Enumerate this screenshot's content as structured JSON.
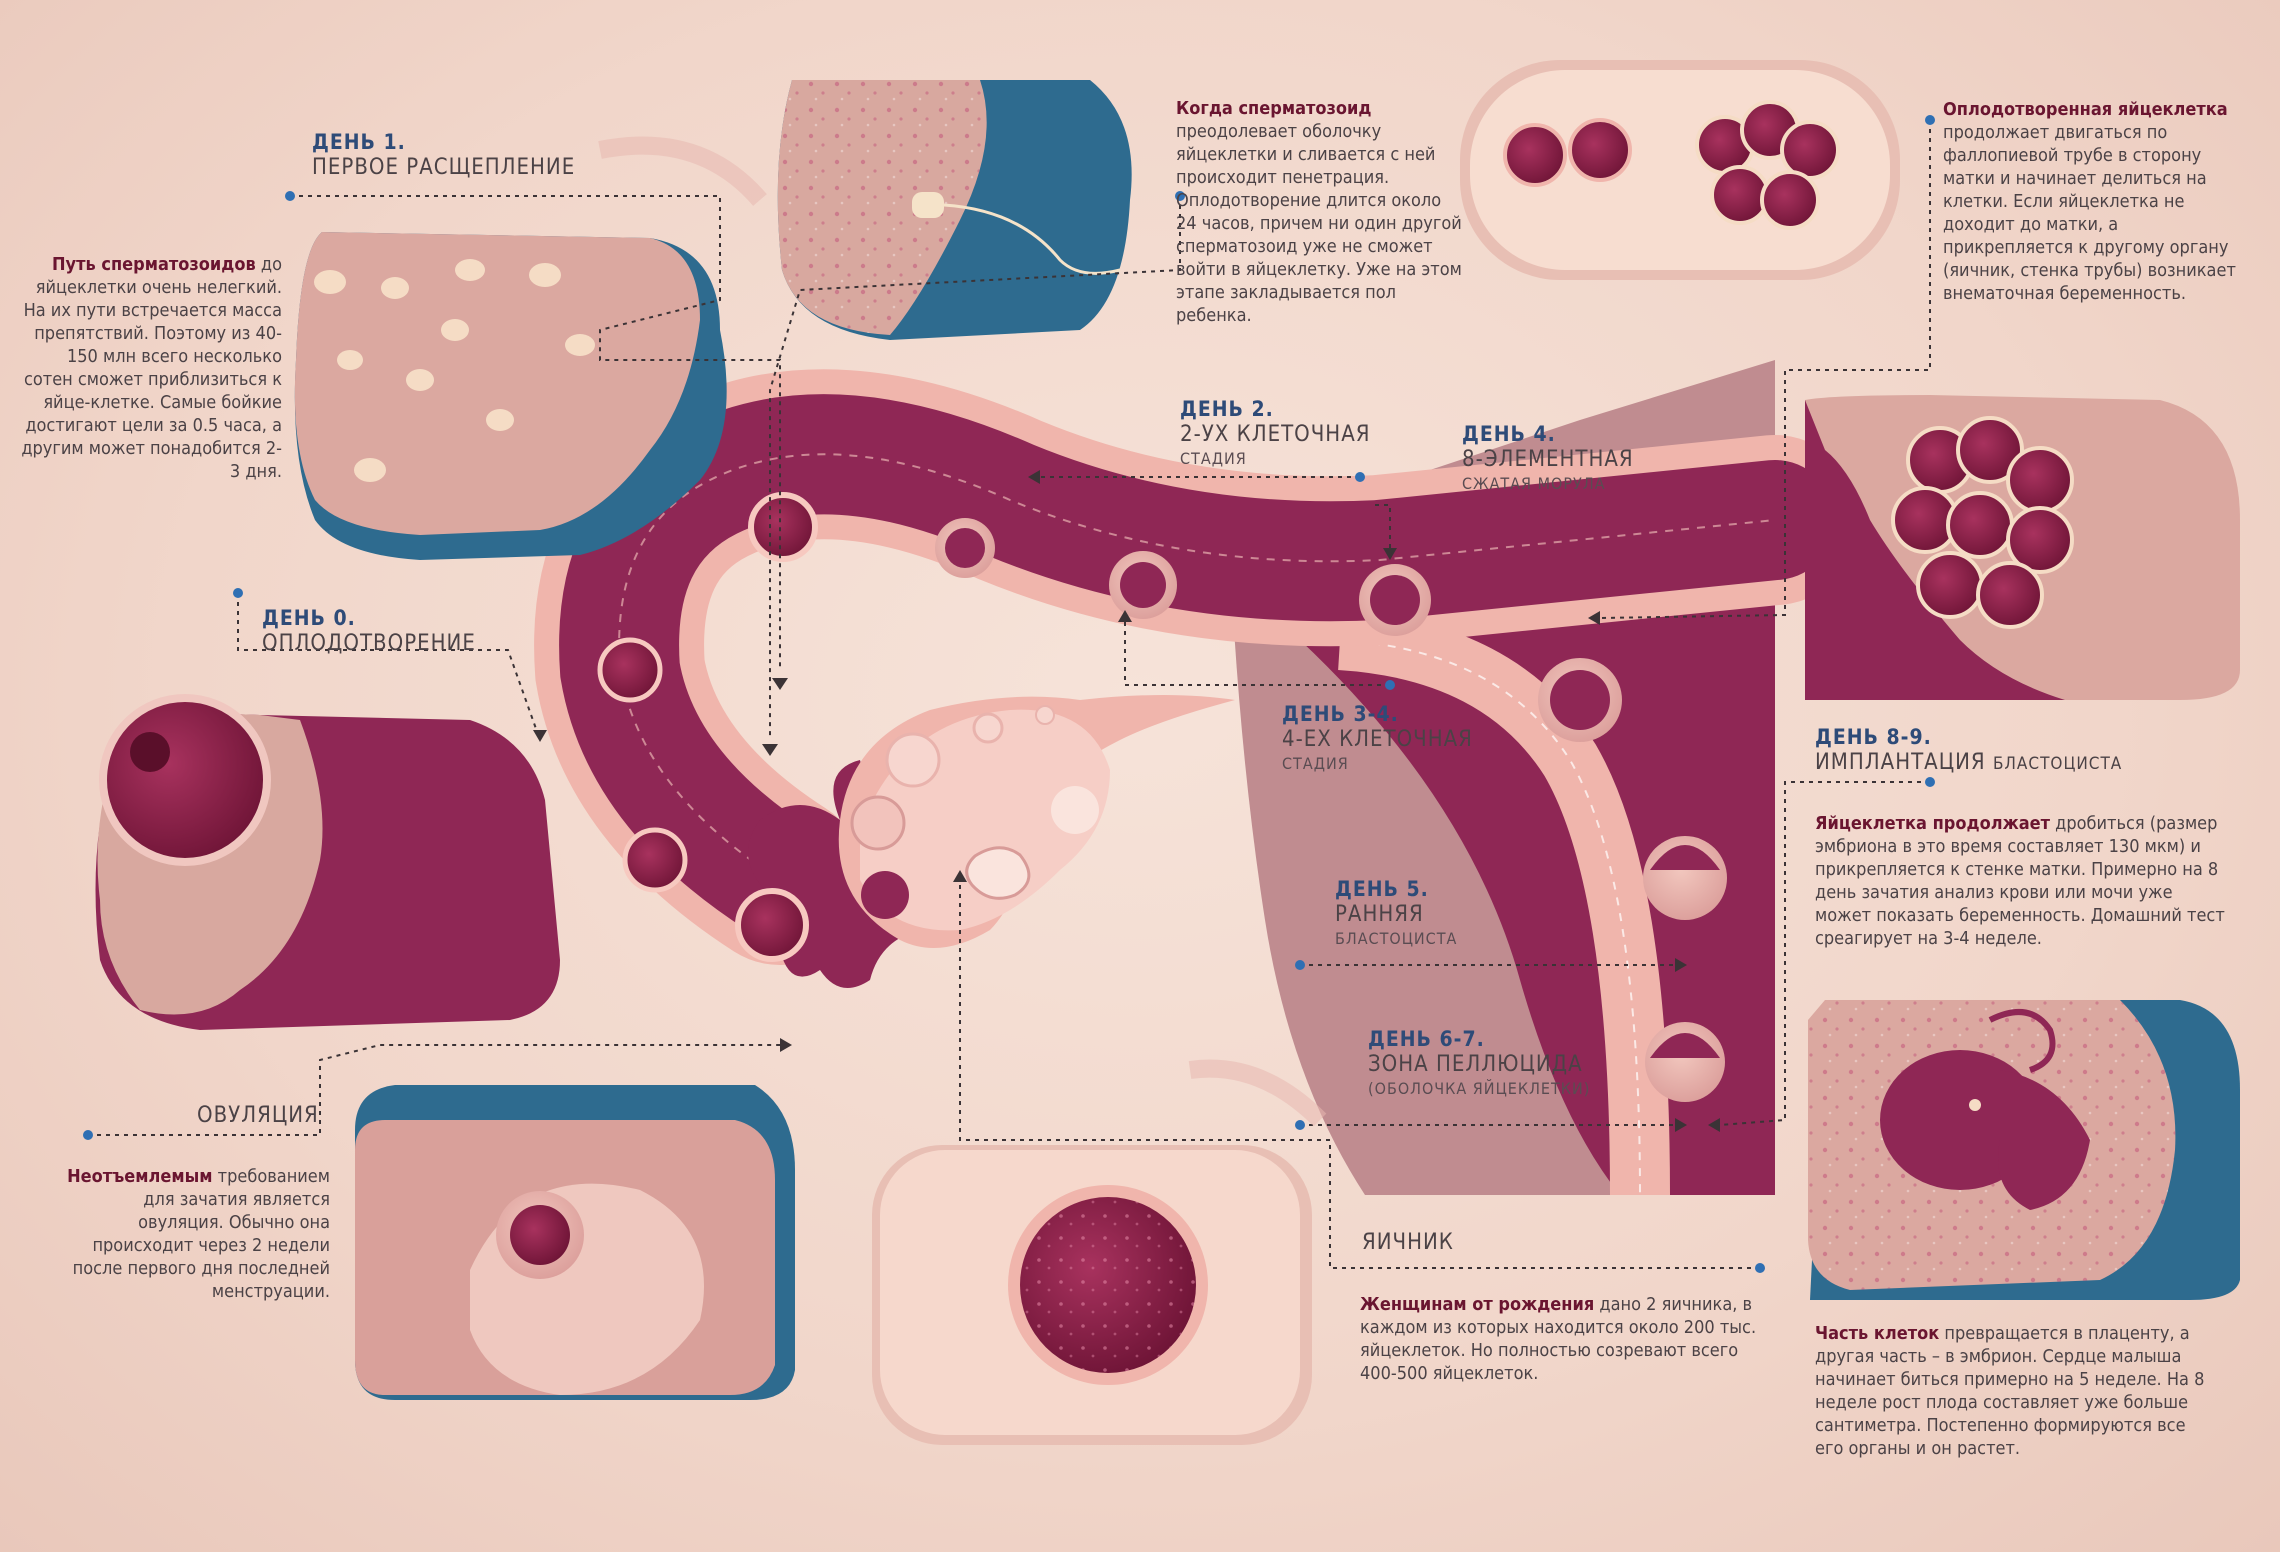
{
  "stages": {
    "day0": {
      "day": "ДЕНЬ 0.",
      "caption": "ОПЛОДОТВОРЕНИЕ"
    },
    "day1": {
      "day": "ДЕНЬ 1.",
      "caption": "ПЕРВОЕ РАСЩЕПЛЕНИЕ"
    },
    "day2": {
      "day": "ДЕНЬ 2.",
      "caption": "2-УХ КЛЕТОЧНАЯ",
      "sub": "СТАДИЯ"
    },
    "day34": {
      "day": "ДЕНЬ 3-4.",
      "caption": "4-ЕХ КЛЕТОЧНАЯ",
      "sub": "СТАДИЯ"
    },
    "day4": {
      "day": "ДЕНЬ 4.",
      "caption": "8-ЭЛЕМЕНТНАЯ",
      "sub": "СЖАТАЯ МОРУЛА"
    },
    "day5": {
      "day": "ДЕНЬ 5.",
      "caption": "РАННЯЯ",
      "sub": "БЛАСТОЦИСТА"
    },
    "day67": {
      "day": "ДЕНЬ 6-7.",
      "caption": "ЗОНА ПЕЛЛЮЦИДА",
      "sub": "(ОБОЛОЧКА ЯЙЦЕКЛЕТКИ)"
    },
    "day89": {
      "day": "ДЕНЬ 8-9.",
      "caption": "ИМПЛАНТАЦИЯ",
      "sub": "БЛАСТОЦИСТА"
    }
  },
  "labels": {
    "ovulation": "ОВУЛЯЦИЯ",
    "ovary": "ЯИЧНИК"
  },
  "texts": {
    "sperm_path": {
      "bold": "Путь сперматозоидов",
      "body": "до яйцеклетки очень нелегкий. На их пути встречается масса препятствий. Поэтому из 40-150 млн всего несколько сотен сможет приблизиться к яйце-клетке. Самые бойкие достигают цели за 0.5 часа, а другим может понадобится 2-3 дня."
    },
    "penetration": {
      "bold": "Когда сперматозоид",
      "body": "преодолевает оболочку яйцеклетки и сливается с ней происходит пенетрация. Оплодотворение длится около 24 часов, причем ни один другой сперматозоид уже не сможет войти в яйцеклетку. Уже на этом этапе закладывается пол ребенка."
    },
    "fertilized_egg": {
      "bold": "Оплодотворенная яйцеклетка",
      "body": "продолжает двигаться по фаллопиевой трубе в сторону матки и начинает делиться на клетки. Если яйцеклетка не доходит до матки, а прикрепляется к другому органу (яичник, стенка трубы) возникает внематочная беременность."
    },
    "implantation": {
      "bold": "Яйцеклетка продолжает",
      "body": "дробиться (размер эмбриона в это время составляет 130 мкм) и прикрепляется к стенке матки. Примерно на 8 день зачатия анализ крови или мочи уже может показать беременность. Домашний тест среагирует на 3-4 неделе."
    },
    "ovulation": {
      "bold": "Неотъемлемым",
      "body": "требованием для зачатия является овуляция. Обычно она происходит через 2 недели после первого дня последней менструации."
    },
    "ovary": {
      "bold": "Женщинам от рождения",
      "body": "дано 2 яичника, в каждом из которых находится около 200 тыс. яйцеклеток. Но полностью созревают всего 400-500 яйцеклеток."
    },
    "placenta": {
      "bold": "Часть клеток",
      "body": "превращается в плаценту, а другая часть – в эмбрион. Сердце малыша начинает биться примерно на 5 неделе. На 8 неделе рост плода составляет уже больше сантиметра. Постепенно формируются все его органы и он растет."
    }
  },
  "colors": {
    "accent": "#8f2755",
    "day_label": "#2e4b78",
    "teal": "#2e6b8f",
    "background": "#f3ddd2"
  }
}
